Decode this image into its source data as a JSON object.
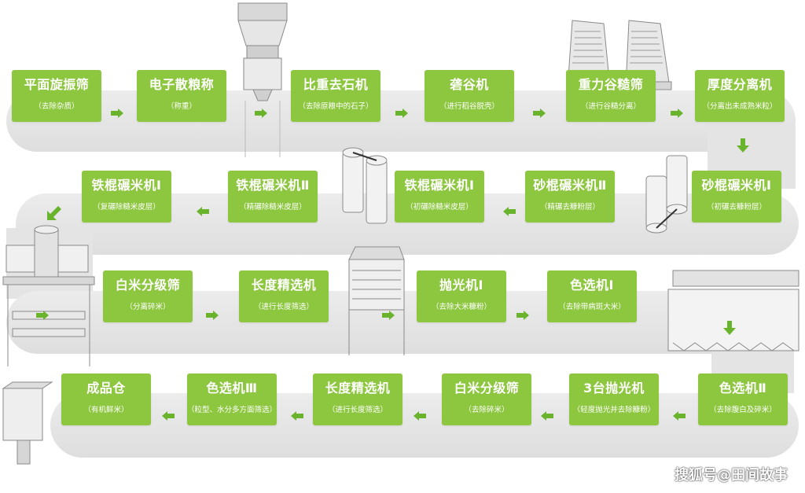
{
  "steps": [
    {
      "title": "平面旋振筛",
      "sub": "（去除杂质）"
    },
    {
      "title": "电子散粮称",
      "sub": "（称重）"
    },
    {
      "title": "比重去石机",
      "sub": "（去除原粮中的石子）"
    },
    {
      "title": "砻谷机",
      "sub": "（进行稻谷脱壳）"
    },
    {
      "title": "重力谷糙筛",
      "sub": "（进行谷糙分离）"
    },
    {
      "title": "厚度分离机",
      "sub": "（分离出未成熟米粒）"
    },
    {
      "title": "砂棍碾米机Ⅰ",
      "sub": "（初碾去糠粉层）"
    },
    {
      "title": "砂棍碾米机Ⅱ",
      "sub": "（精碾去糠粉层）"
    },
    {
      "title": "铁棍碾米机Ⅰ",
      "sub": "（初碾除糙米皮层）"
    },
    {
      "title": "铁棍碾米机Ⅱ",
      "sub": "（精碾除糙米皮层）"
    },
    {
      "title": "铁棍碾米机Ⅰ",
      "sub": "（复碾除糙米皮层）"
    },
    {
      "title": "白米分级筛",
      "sub": "（分离碎米）"
    },
    {
      "title": "长度精选机",
      "sub": "（进行长度筛选）"
    },
    {
      "title": "抛光机Ⅰ",
      "sub": "（去除大米糠粉）"
    },
    {
      "title": "色选机Ⅰ",
      "sub": "（去除带病斑大米）"
    },
    {
      "title": "色选机Ⅱ",
      "sub": "（去除腹白及碎米）"
    },
    {
      "title": "3台抛光机",
      "sub": "（轻度抛光并去除糠粉）"
    },
    {
      "title": "白米分级筛",
      "sub": "（去除碎米）"
    },
    {
      "title": "长度精选机",
      "sub": "（进行长度筛选）"
    },
    {
      "title": "色选机Ⅲ",
      "sub": "（粒型、水分多方面筛选）"
    },
    {
      "title": "成品仓",
      "sub": "（有机鲜米）"
    }
  ],
  "watermark": "搜狐号@田间故事",
  "colors": {
    "box": "#8dc63f",
    "arrow": "#6ab42d",
    "track": "#e6e6e6"
  }
}
